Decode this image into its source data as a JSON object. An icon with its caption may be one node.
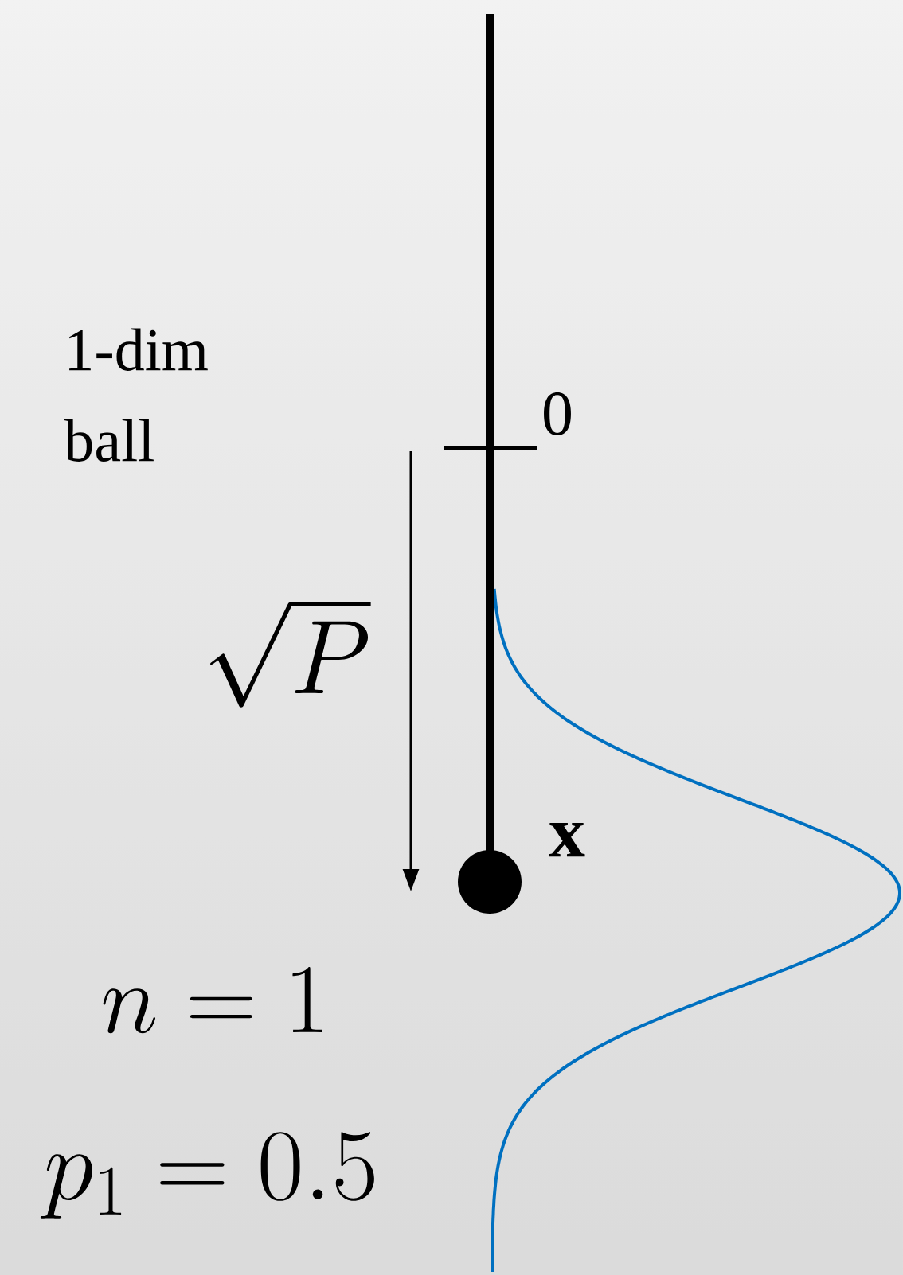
{
  "diagram": {
    "nodes": [
      {
        "text": [],
        "shape": "circle"
      }
    ],
    "labels": [
      "1-dim ball",
      "0",
      "x",
      "\\sqrt{P}",
      "n = 1",
      "p_1 = 0.5"
    ]
  }
}
